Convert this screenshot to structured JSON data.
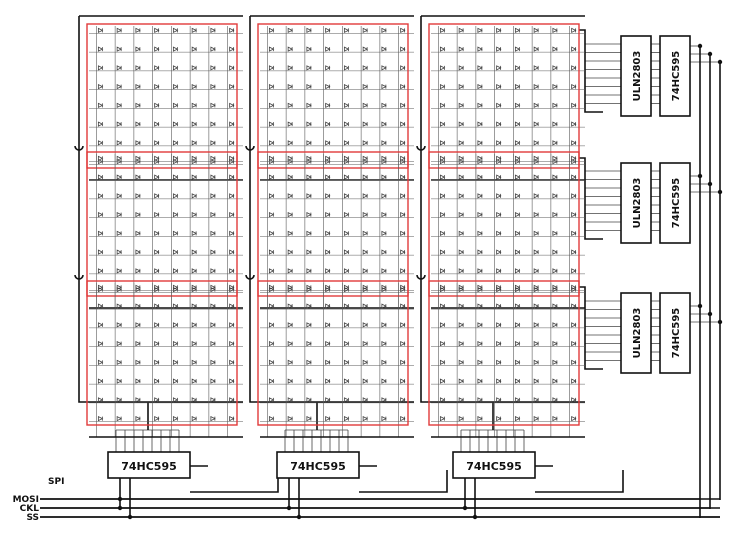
{
  "bus": {
    "title": "SPI",
    "signals": [
      {
        "label": "MOSI"
      },
      {
        "label": "CKL"
      },
      {
        "label": "SS"
      }
    ]
  },
  "column_drivers": [
    {
      "label": "74HC595"
    },
    {
      "label": "74HC595"
    },
    {
      "label": "74HC595"
    }
  ],
  "row_drivers": [
    {
      "sink_label": "ULN2803",
      "shift_label": "74HC595"
    },
    {
      "sink_label": "ULN2803",
      "shift_label": "74HC595"
    },
    {
      "sink_label": "ULN2803",
      "shift_label": "74HC595"
    }
  ],
  "matrix": {
    "rows": 3,
    "cols": 3,
    "leds_per_side": 8,
    "frame_color": "#e03a3a",
    "wire_color": "#111111"
  }
}
